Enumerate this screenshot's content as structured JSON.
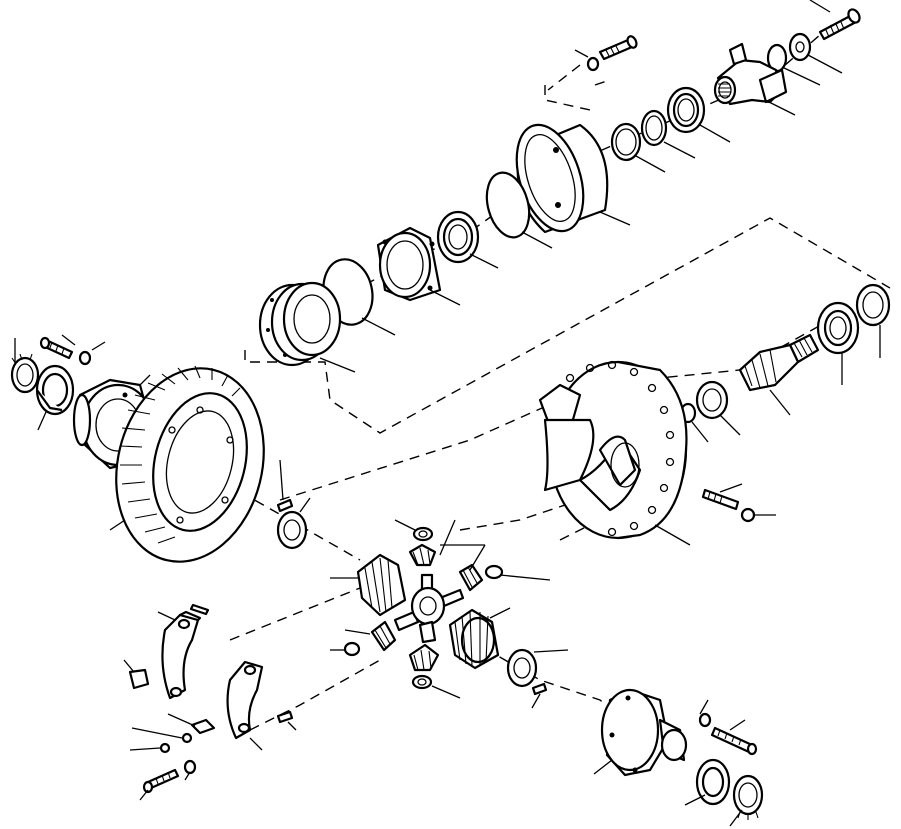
{
  "diagram": {
    "style": "exploded-parts-view",
    "line_color": "#000000",
    "background": "#ffffff",
    "components": [
      "bolt",
      "washer",
      "spacer",
      "yoke",
      "oil-seal",
      "snap-ring",
      "bearing-cup",
      "bearing-cone",
      "bearing-cage",
      "o-ring",
      "retainer",
      "shim-pack",
      "housing",
      "pinion-gear",
      "differential-carrier",
      "ring-gear",
      "case-half",
      "thrust-washer",
      "side-gear",
      "spider",
      "pinion-gear-small",
      "bearing-cap",
      "lock-washer",
      "dowel-pin"
    ]
  }
}
